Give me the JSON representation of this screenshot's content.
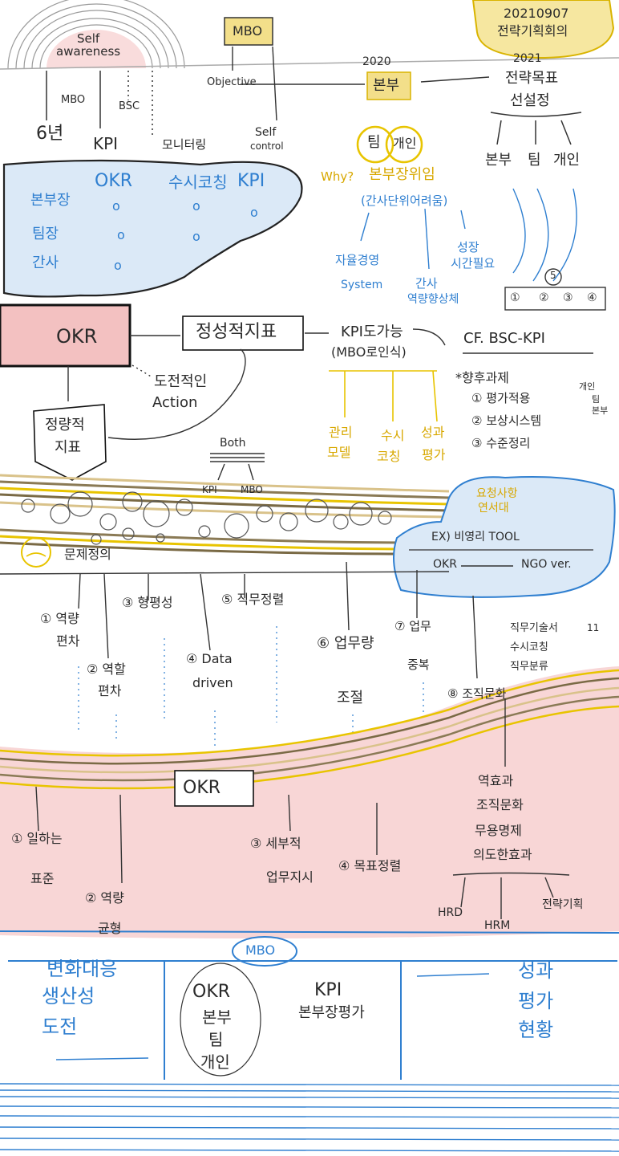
{
  "header": {
    "date": "20210907",
    "meeting": "전략기획회의"
  },
  "top_left": {
    "self_awareness": [
      "Self",
      "awareness"
    ],
    "mbo": "MBO",
    "bsc": "BSC",
    "six_years": "6년",
    "kpi": "KPI",
    "monitoring": "모니터링"
  },
  "mbo_box": {
    "label": "MBO",
    "objective": "Objective",
    "self_control": [
      "Self",
      "control"
    ]
  },
  "year_2020": {
    "year": "2020",
    "division": "본부",
    "team": "팀",
    "personal": "개인",
    "why": "Why?",
    "why_text": "본부장위임",
    "paren": "(간사단위어려움)",
    "autonomy": [
      "자율경영",
      "System"
    ],
    "secretary": [
      "간사",
      "역량향상체"
    ],
    "growth_time": [
      "성장",
      "시간필요"
    ],
    "circled_5": "5",
    "steps": [
      "①",
      "②",
      "③",
      "④"
    ]
  },
  "year_2021": {
    "year": "2021",
    "title": [
      "전략목표",
      "선설정"
    ],
    "targets": [
      "본부",
      "팀",
      "개인"
    ]
  },
  "cloud_table": {
    "headers": [
      "OKR",
      "수시코칭",
      "KPI"
    ],
    "rows": [
      {
        "label": "본부장",
        "marks": [
          "o",
          "o",
          "o"
        ]
      },
      {
        "label": "팀장",
        "marks": [
          "o",
          "o",
          ""
        ]
      },
      {
        "label": "간사",
        "marks": [
          "o",
          "",
          ""
        ]
      }
    ]
  },
  "okr_section": {
    "okr": "OKR",
    "qualitative": "정성적지표",
    "challenge": [
      "도전적인",
      "Action"
    ],
    "quantitative": [
      "정량적",
      "지표"
    ],
    "kpi_possible": "KPI도가능",
    "mbo_recognition": "(MBO로인식)",
    "outcomes": [
      [
        "관리",
        "모델"
      ],
      [
        "수시",
        "코칭"
      ],
      [
        "성과",
        "평가"
      ]
    ],
    "cf": "CF. BSC-KPI",
    "future_title": "*향후과제",
    "future_items": [
      "① 평가적용",
      "② 보상시스템",
      "③ 수준정리"
    ],
    "future_targets": [
      "개인",
      "팀",
      "본부"
    ],
    "both": "Both",
    "both_kpi": "KPI",
    "both_mbo": "MBO"
  },
  "problem_section": {
    "title": "문제정의",
    "callout_title": [
      "요청사항",
      "연서대"
    ],
    "tool": "EX) 비영리 TOOL",
    "okr_ngo_left": "OKR",
    "okr_ngo_right": "NGO ver.",
    "items": [
      [
        "① 역량",
        "편차"
      ],
      [
        "② 역할",
        "편차"
      ],
      [
        "③ 형평성"
      ],
      [
        "④ Data",
        "driven"
      ],
      [
        "⑤ 직무정렬"
      ],
      [
        "⑥ 업무량",
        "조절"
      ],
      [
        "⑦ 업무",
        "중복"
      ],
      [
        "⑧ 조직문화"
      ]
    ],
    "bullets": [
      "직무기술서",
      "수시코칭",
      "직무분류"
    ],
    "bullet_num": "11"
  },
  "okr_results": {
    "okr": "OKR",
    "items": [
      [
        "① 일하는",
        "표준"
      ],
      [
        "② 역량",
        "균형"
      ],
      [
        "③ 세부적",
        "업무지시"
      ],
      [
        "④ 목표정렬"
      ]
    ],
    "effects": [
      "역효과",
      "조직문화",
      "무용명제",
      "의도한효과"
    ],
    "branches": [
      "HRD",
      "HRM",
      "전략기획"
    ]
  },
  "bottom": {
    "mbo": "MBO",
    "left": [
      "변화대응",
      "생산성",
      "도전"
    ],
    "okr": "OKR",
    "okr_items": [
      "본부",
      "팀",
      "개인"
    ],
    "kpi": "KPI",
    "kpi_text": "본부장평가",
    "right": [
      "성과",
      "평가",
      "현황"
    ]
  },
  "colors": {
    "blue": "#2f7fd0",
    "yellow": "#e8c400",
    "pink": "#f7c9c9",
    "light_blue": "#dbe9f7",
    "okr_red": "#f3c1c1"
  }
}
